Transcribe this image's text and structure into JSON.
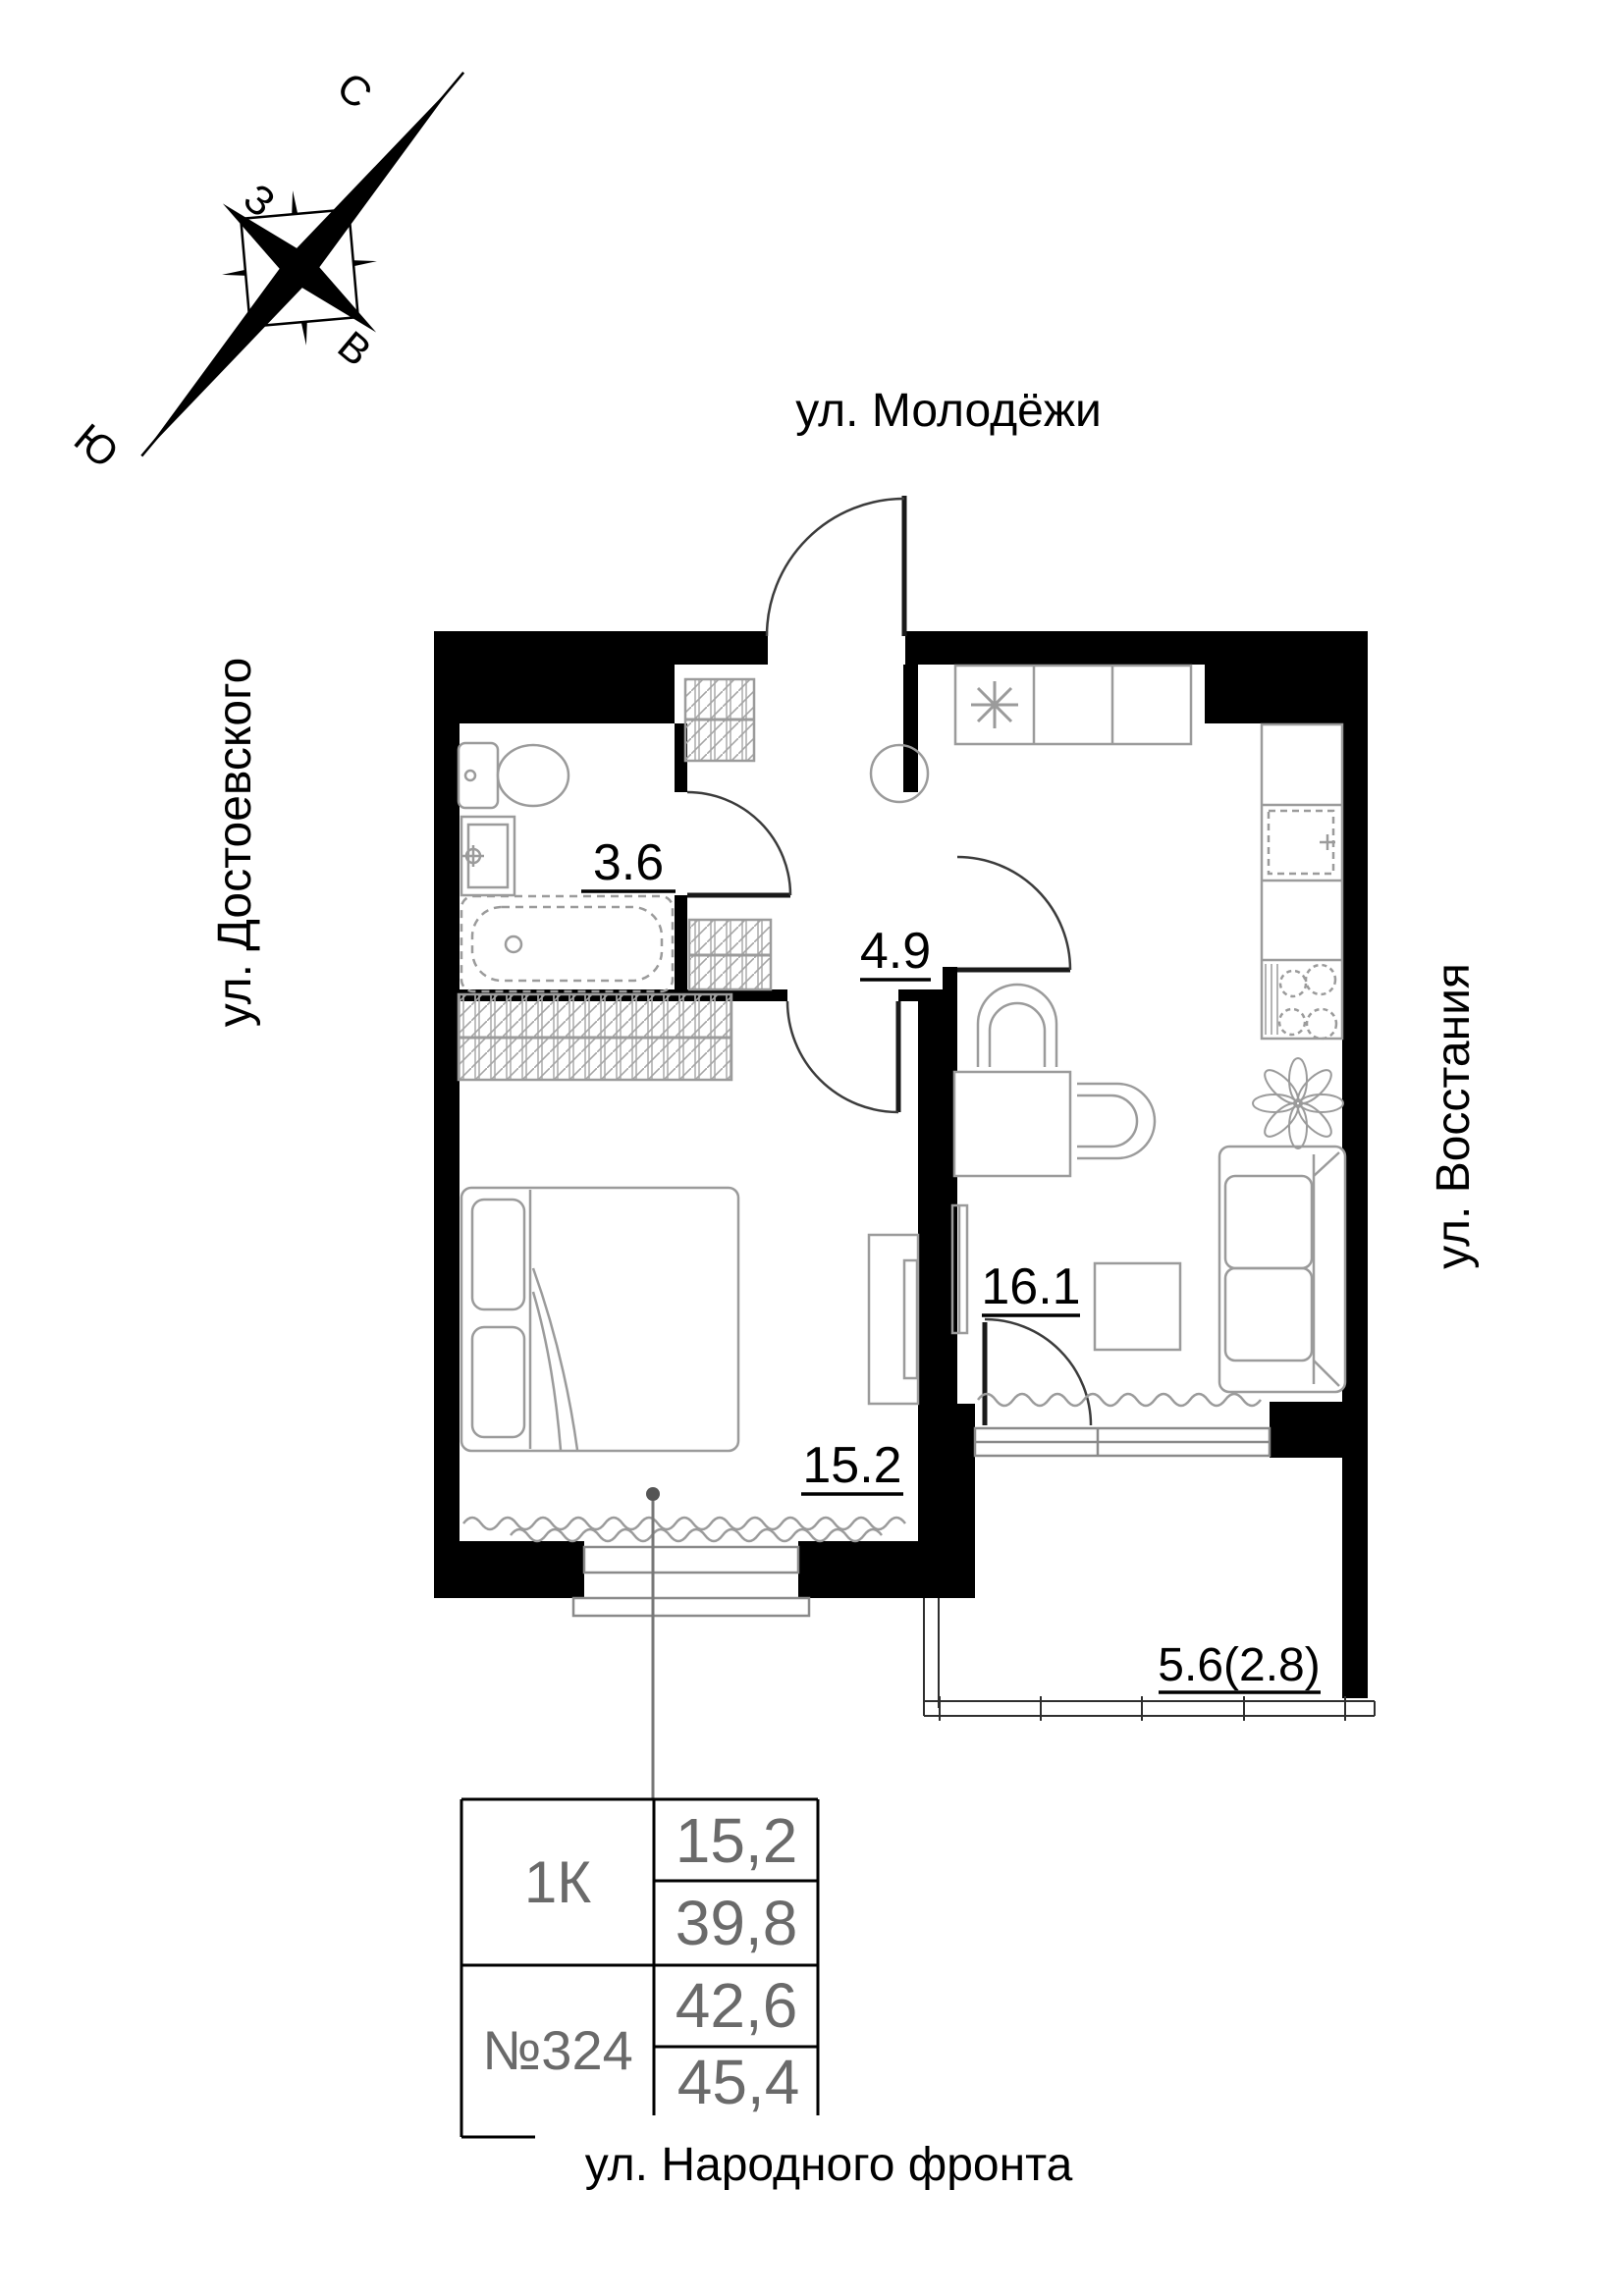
{
  "compass": {
    "north": "С",
    "south": "Ю",
    "west": "З",
    "east": "В"
  },
  "streets": {
    "top": "ул. Молодёжи",
    "left": "ул. Достоевского",
    "right": "ул. Восстания",
    "bottom": "ул. Народного фронта"
  },
  "rooms": {
    "bathroom": "3.6",
    "hallway": "4.9",
    "kitchen_living": "16.1",
    "bedroom": "15.2",
    "balcony": "5.6(2.8)"
  },
  "info_table": {
    "apartment_type": "1К",
    "apartment_number": "№324",
    "living_area": "15,2",
    "area_without_balcony": "39,8",
    "total_area": "42,6",
    "total_area_with_balcony": "45,4"
  },
  "colors": {
    "wall": "#000000",
    "furniture": "#9b9b9b",
    "door": "#3c3c3c",
    "table_text": "#6a6a6a"
  }
}
